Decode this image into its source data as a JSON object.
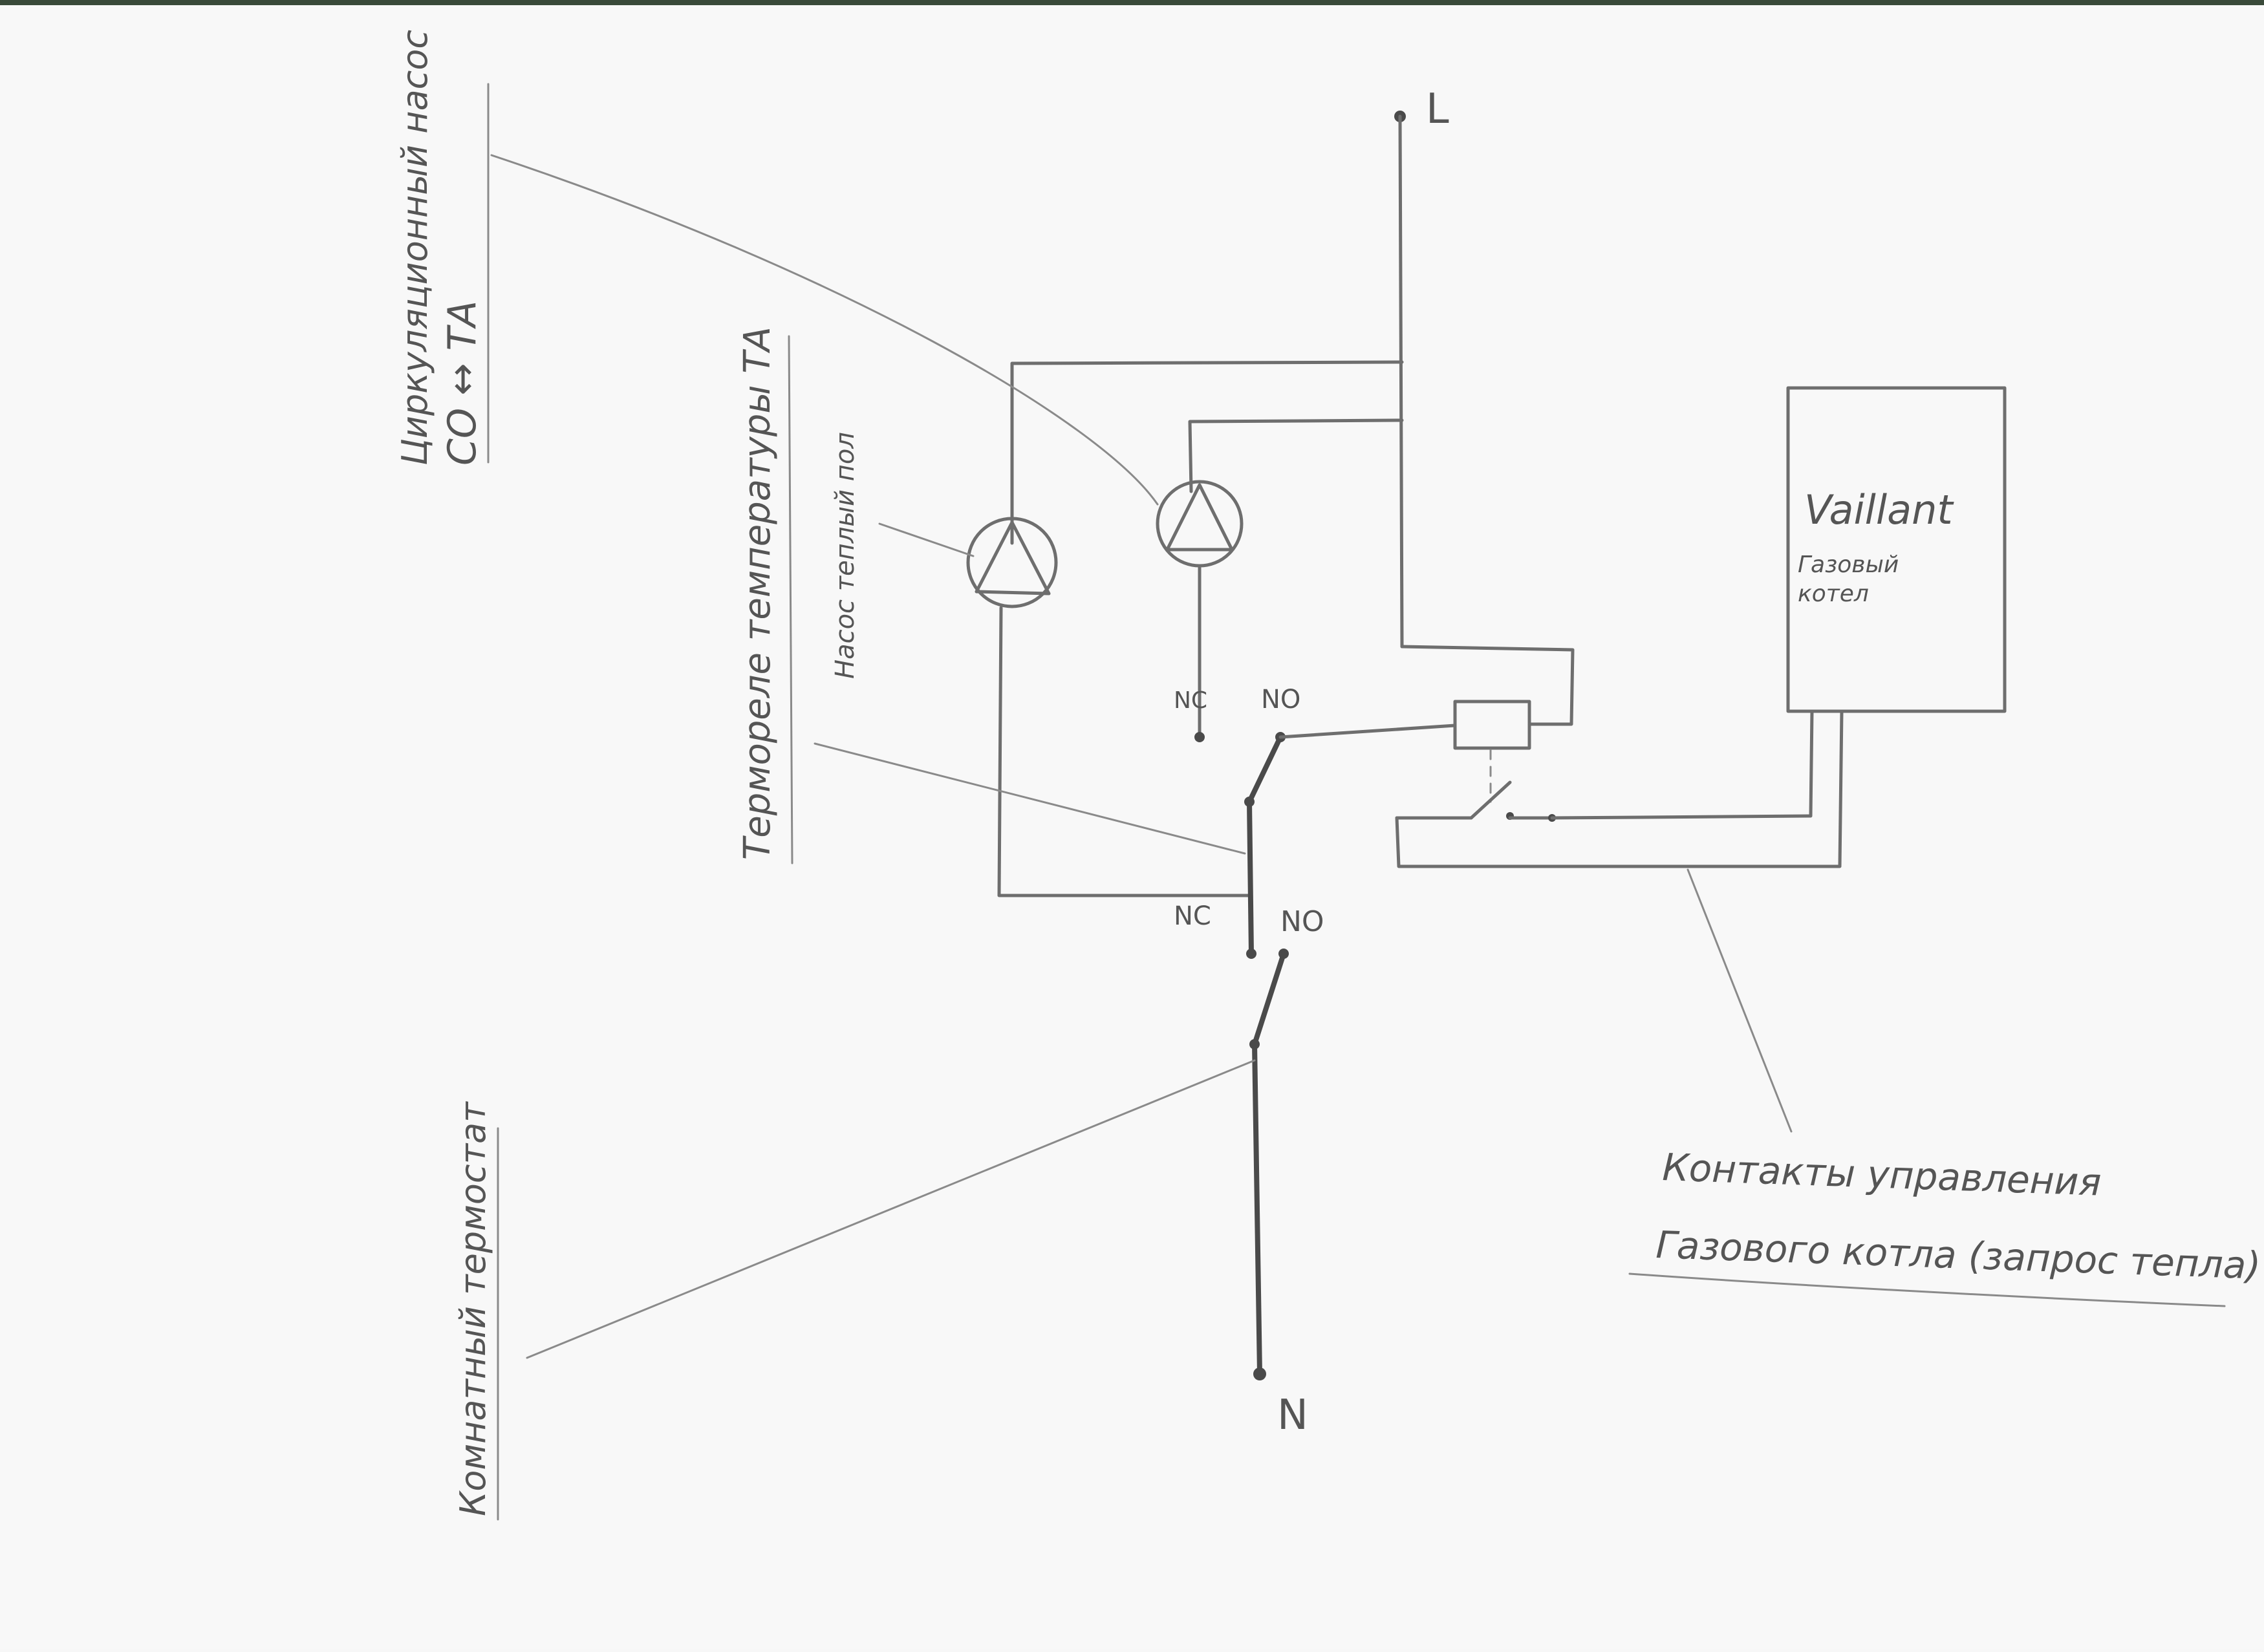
{
  "labels": {
    "L": "L",
    "N": "N",
    "nc_upper": "NC",
    "no_upper": "NO",
    "nc_lower": "NC",
    "no_lower": "NO"
  },
  "boiler": {
    "brand": "Vaillant",
    "line1": "Газовый",
    "line2": "котел"
  },
  "annotations": {
    "pump_co_ta_line1": "Циркуляционный насос",
    "pump_co_ta_line2": "СО ↔ ТА",
    "thermo_relay": "Термореле температуры ТА",
    "floor_pump": "Насос теплый пол",
    "room_thermostat": "Комнатный термостат",
    "boiler_contacts_line1": "Контакты управления",
    "boiler_contacts_line2": "Газового котла (запрос тепла)"
  }
}
